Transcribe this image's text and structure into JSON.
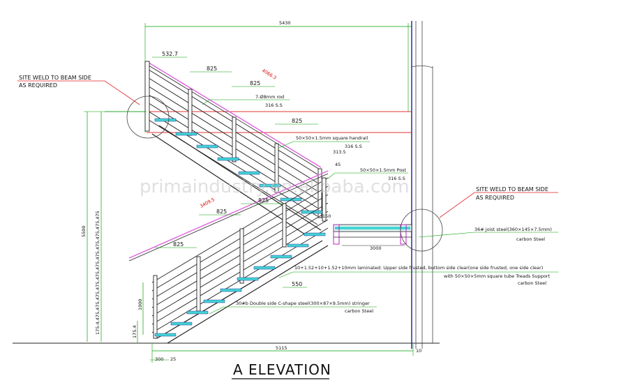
{
  "title": "A ELEVATION",
  "watermark": "primaindustry.en.alibaba.com",
  "dimensions": {
    "top_overall": "5430",
    "bottom_overall": "5115",
    "left_height": "5500",
    "step_532": "532.7",
    "step_825": "825",
    "rise_1000": "1000",
    "rise_175": "175.4",
    "base_300": "300",
    "base_25": "25",
    "base_10": "10",
    "tread_550": "550",
    "slope_upper": "4066.3",
    "slope_lower": "3409.5",
    "small_313": "313.5",
    "small_45": "45",
    "small_150": "150",
    "landing_mid": "3000",
    "riser_stack": "175.4,475,475,475,475,475,475,475,475,475,475,475"
  },
  "callouts": {
    "site_weld_left_1": "SITE WELD TO BEAM SIDE",
    "site_weld_left_2": "AS REQUIRED",
    "site_weld_right_1": "SITE WELD TO BEAM SIDE",
    "site_weld_right_2": "AS REQUIRED",
    "rod_1": "7-Ø8mm  rod",
    "rod_2": "316 S.S",
    "handrail_1": "50×50×1.5mm square handrail",
    "handrail_2": "316 S.S",
    "post_1": "50×50×1.5mm Post",
    "post_2": "316 S.S",
    "joist_1": "36# joist steel(360×145×7.5mm)",
    "joist_2": "carbon Steel",
    "glass_1": "10+1.52+10+1.52+10mm laminated: Upper side frusted, buttom side clear(one side frusted, one side clear)",
    "glass_2": "with 50×50×5mm square tube Treads Support",
    "glass_3": "carbon Steel",
    "stringer_1": "30#b Double side C-shape steel(300×87×9.5mm) stringer",
    "stringer_2": "carbon Steel"
  },
  "colors": {
    "tread": "#44d4d4",
    "handrail_pink": "#e060e0",
    "beam_red": "#e03030",
    "dim_green": "#00a000",
    "leader_red": "#e02020",
    "column_blue": "#1a1aa0"
  }
}
